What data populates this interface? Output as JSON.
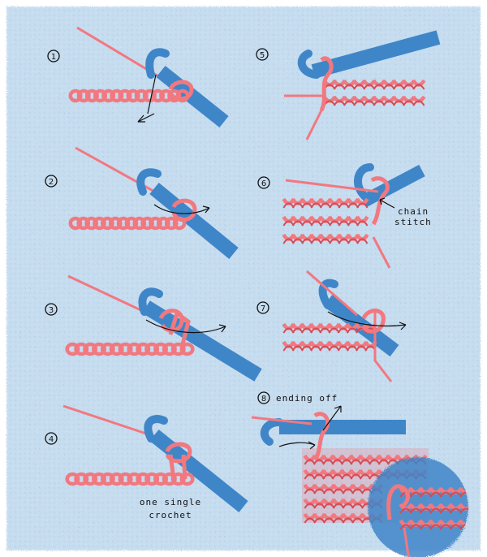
{
  "steps": [
    {
      "number": "1"
    },
    {
      "number": "2"
    },
    {
      "number": "3"
    },
    {
      "number": "4",
      "caption_line1": "one single",
      "caption_line2": "crochet"
    },
    {
      "number": "5"
    },
    {
      "number": "6",
      "caption_line1": "chain",
      "caption_line2": "stitch"
    },
    {
      "number": "7"
    },
    {
      "number": "8",
      "caption_line1": "ending off"
    }
  ],
  "colors": {
    "background": "#c6dcef",
    "yarn": "#f2787f",
    "yarn_dark": "#d24c56",
    "hook": "#3f86c9",
    "ink": "#111111"
  }
}
